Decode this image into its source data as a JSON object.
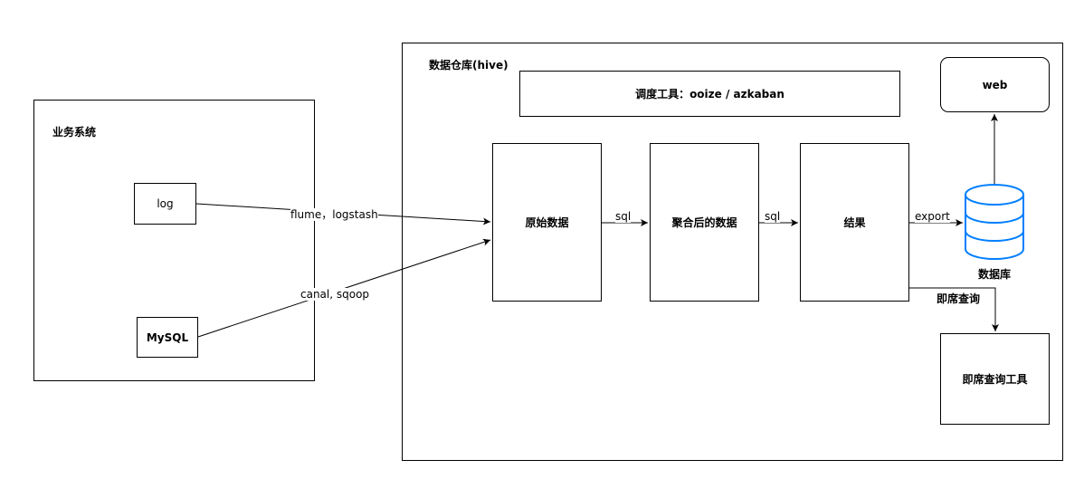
{
  "business_system": {
    "title": "业务系统",
    "log": "log",
    "mysql": "MySQL"
  },
  "warehouse": {
    "title": "数据仓库(hive)",
    "scheduler": "调度工具：ooize / azkaban",
    "raw_data": "原始数据",
    "aggregated_data": "聚合后的数据",
    "result": "结果"
  },
  "outputs": {
    "web": "web",
    "database": "数据库",
    "adhoc_tool": "即席查询工具"
  },
  "edges": {
    "flume": "flume，logstash",
    "canal": "canal, sqoop",
    "sql1": "sql",
    "sql2": "sql",
    "export": "export",
    "adhoc_query": "即席查询"
  },
  "colors": {
    "line": "#000000",
    "database_stroke": "#007FFF"
  }
}
